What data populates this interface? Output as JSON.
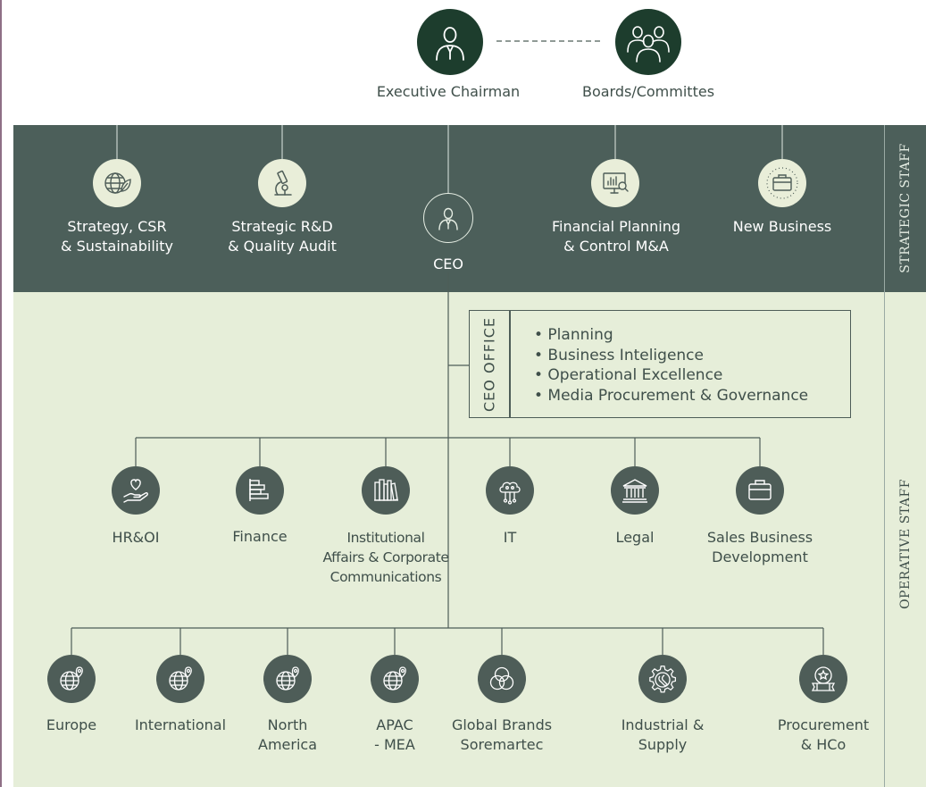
{
  "top": {
    "chairman_label": "Executive Chairman",
    "boards_label": "Boards/Committes"
  },
  "sections": {
    "strategic_label": "STRATEGIC STAFF",
    "operative_label": "OPERATIVE STAFF"
  },
  "strategic": {
    "items": [
      {
        "line1": "Strategy, CSR",
        "line2": "& Sustainability"
      },
      {
        "line1": "Strategic R&D",
        "line2": "& Quality Audit"
      },
      {
        "line1": "Financial Planning",
        "line2": "& Control M&A"
      },
      {
        "line1": "New Business",
        "line2": ""
      }
    ],
    "ceo_label": "CEO"
  },
  "ceo_office": {
    "title": "CEO OFFICE",
    "items": [
      "• Planning",
      "• Business Inteligence",
      "• Operational Excellence",
      "• Media Procurement & Governance"
    ]
  },
  "functions": [
    {
      "line1": "HR&OI",
      "line2": "",
      "line3": ""
    },
    {
      "line1": "Finance",
      "line2": "",
      "line3": ""
    },
    {
      "line1": "Institutional",
      "line2": "Affairs & Corporate",
      "line3": "Communications"
    },
    {
      "line1": "IT",
      "line2": "",
      "line3": ""
    },
    {
      "line1": "Legal",
      "line2": "",
      "line3": ""
    },
    {
      "line1": "Sales Business",
      "line2": "Development",
      "line3": ""
    }
  ],
  "regions": [
    {
      "line1": "Europe",
      "line2": ""
    },
    {
      "line1": "International",
      "line2": ""
    },
    {
      "line1": "North",
      "line2": "America"
    },
    {
      "line1": "APAC",
      "line2": "- MEA"
    },
    {
      "line1": "Global Brands",
      "line2": "Soremartec"
    },
    {
      "line1": "Industrial &",
      "line2": "Supply"
    },
    {
      "line1": "Procurement",
      "line2": "& HCo"
    }
  ],
  "colors": {
    "strategic_band": "#4c5f5a",
    "operative_band": "#e6eed9",
    "top_circle": "#1d3d2d",
    "node_circle": "#4e5d58",
    "strategic_circle": "#e9eed9"
  }
}
